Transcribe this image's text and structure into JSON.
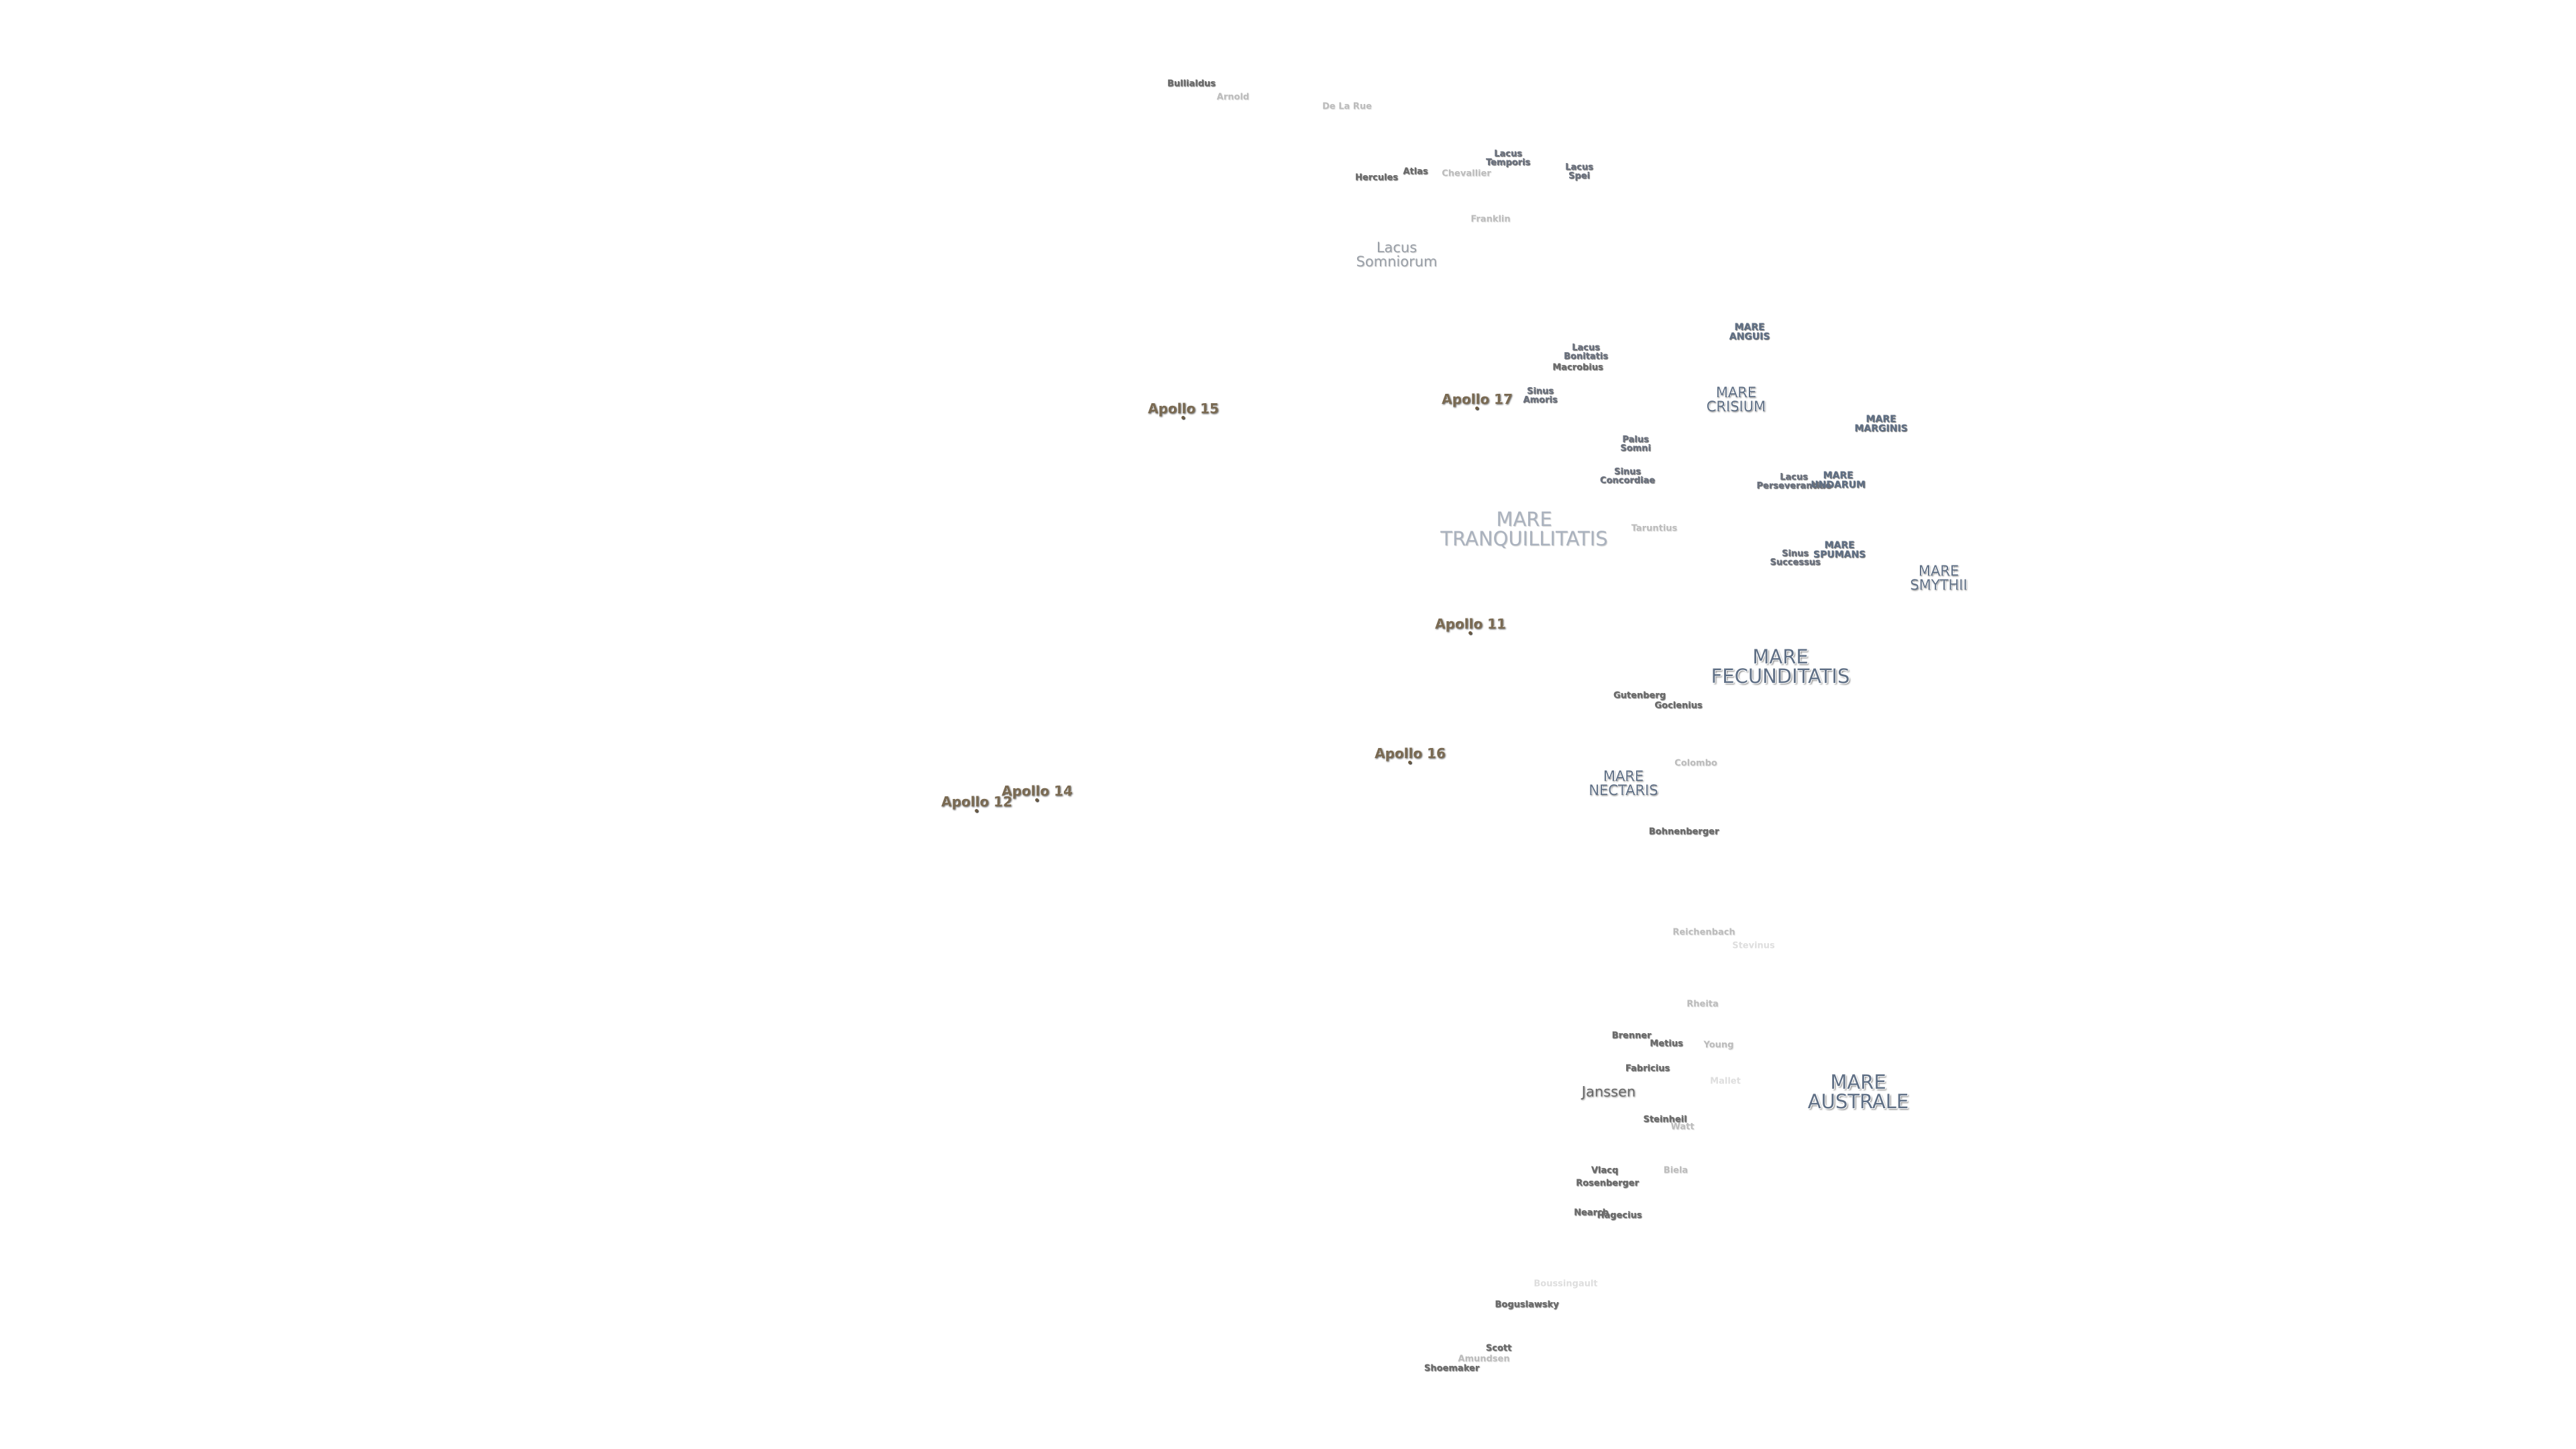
{
  "map": {
    "labels": [
      {
        "id": "bullialdus",
        "text": "Bullialdus",
        "kind": "crater"
      },
      {
        "id": "arnold",
        "text": "Arnold",
        "kind": "crater-faded"
      },
      {
        "id": "de-la-rue",
        "text": "De La Rue",
        "kind": "crater-faded"
      },
      {
        "id": "lacus-temporis",
        "text": "Lacus\nTemporis",
        "kind": "lacus"
      },
      {
        "id": "lacus-spei",
        "text": "Lacus\nSpei",
        "kind": "lacus"
      },
      {
        "id": "hercules",
        "text": "Hercules",
        "kind": "crater"
      },
      {
        "id": "atlas",
        "text": "Atlas",
        "kind": "crater"
      },
      {
        "id": "chevallier",
        "text": "Chevallier",
        "kind": "crater-faded"
      },
      {
        "id": "franklin",
        "text": "Franklin",
        "kind": "crater-faded"
      },
      {
        "id": "lacus-somniorum",
        "text": "Lacus\nSomniorum",
        "kind": "lacus-faded"
      },
      {
        "id": "mare-anguis",
        "text": "MARE\nANGUIS",
        "kind": "mare-sm"
      },
      {
        "id": "lacus-bonitatis",
        "text": "Lacus\nBonitatis",
        "kind": "lacus"
      },
      {
        "id": "macrobius",
        "text": "Macrobius",
        "kind": "crater"
      },
      {
        "id": "sinus-amoris",
        "text": "Sinus\nAmoris",
        "kind": "lacus"
      },
      {
        "id": "mare-crisium",
        "text": "MARE\nCRISIUM",
        "kind": "mare-med"
      },
      {
        "id": "mare-marginis",
        "text": "MARE\nMARGINIS",
        "kind": "mare-sm"
      },
      {
        "id": "palus-somni",
        "text": "Palus\nSomni",
        "kind": "lacus"
      },
      {
        "id": "sinus-concordiae",
        "text": "Sinus\nConcordiae",
        "kind": "lacus"
      },
      {
        "id": "lacus-perseverantiae",
        "text": "Lacus\nPerseverantiae",
        "kind": "lacus"
      },
      {
        "id": "mare-undarum",
        "text": "MARE\nUNDARUM",
        "kind": "mare-sm"
      },
      {
        "id": "taruntius",
        "text": "Taruntius",
        "kind": "crater-faded"
      },
      {
        "id": "mare-tranquillitatis",
        "text": "MARE\nTRANQUILLITATIS",
        "kind": "mare-faded"
      },
      {
        "id": "sinus-successus",
        "text": "Sinus\nSuccessus",
        "kind": "lacus"
      },
      {
        "id": "mare-spumans",
        "text": "MARE\nSPUMANS",
        "kind": "mare-sm"
      },
      {
        "id": "mare-smythii",
        "text": "MARE\nSMYTHII",
        "kind": "mare-med"
      },
      {
        "id": "mare-fecunditatis",
        "text": "MARE\nFECUNDITATIS",
        "kind": "mare-big"
      },
      {
        "id": "gutenberg",
        "text": "Gutenberg",
        "kind": "crater"
      },
      {
        "id": "goclenius",
        "text": "Goclenius",
        "kind": "crater"
      },
      {
        "id": "mare-nectaris",
        "text": "MARE\nNECTARIS",
        "kind": "mare-med"
      },
      {
        "id": "colombo",
        "text": "Colombo",
        "kind": "crater-faded"
      },
      {
        "id": "bohnenberger",
        "text": "Bohnenberger",
        "kind": "crater"
      },
      {
        "id": "reichenbach",
        "text": "Reichenbach",
        "kind": "crater-faded"
      },
      {
        "id": "stevinus",
        "text": "Stevinus",
        "kind": "crater-ghost"
      },
      {
        "id": "rheita",
        "text": "Rheita",
        "kind": "crater-faded"
      },
      {
        "id": "brenner",
        "text": "Brenner",
        "kind": "crater"
      },
      {
        "id": "metius",
        "text": "Metius",
        "kind": "crater"
      },
      {
        "id": "young",
        "text": "Young",
        "kind": "crater-faded"
      },
      {
        "id": "fabricius",
        "text": "Fabricius",
        "kind": "crater"
      },
      {
        "id": "mallet",
        "text": "Mallet",
        "kind": "crater-ghost"
      },
      {
        "id": "janssen",
        "text": "Janssen",
        "kind": "crater-lg"
      },
      {
        "id": "mare-australe",
        "text": "MARE\nAUSTRALE",
        "kind": "mare-big"
      },
      {
        "id": "steinheil",
        "text": "Steinheil",
        "kind": "crater"
      },
      {
        "id": "watt",
        "text": "Watt",
        "kind": "crater-faded"
      },
      {
        "id": "vlacq",
        "text": "Vlacq",
        "kind": "crater"
      },
      {
        "id": "rosenberger",
        "text": "Rosenberger",
        "kind": "crater"
      },
      {
        "id": "biela",
        "text": "Biela",
        "kind": "crater-faded"
      },
      {
        "id": "nearch",
        "text": "Nearch",
        "kind": "crater"
      },
      {
        "id": "hagecius",
        "text": "Hagecius",
        "kind": "crater"
      },
      {
        "id": "boussingault",
        "text": "Boussingault",
        "kind": "crater-ghost"
      },
      {
        "id": "boguslawsky",
        "text": "Boguslawsky",
        "kind": "crater"
      },
      {
        "id": "scott",
        "text": "Scott",
        "kind": "crater"
      },
      {
        "id": "amundsen",
        "text": "Amundsen",
        "kind": "crater-faded"
      },
      {
        "id": "shoemaker",
        "text": "Shoemaker",
        "kind": "crater"
      }
    ],
    "apollo_sites": [
      {
        "id": "apollo-15",
        "text": "Apollo 15"
      },
      {
        "id": "apollo-17",
        "text": "Apollo 17"
      },
      {
        "id": "apollo-11",
        "text": "Apollo 11"
      },
      {
        "id": "apollo-16",
        "text": "Apollo 16"
      },
      {
        "id": "apollo-14",
        "text": "Apollo 14"
      },
      {
        "id": "apollo-12",
        "text": "Apollo 12"
      }
    ]
  }
}
